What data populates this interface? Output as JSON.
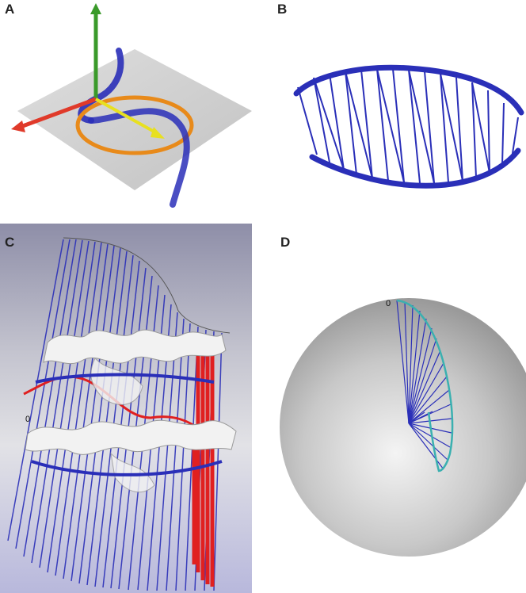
{
  "figure": {
    "panels": [
      {
        "label": "A",
        "name": "frame-helix-diagram"
      },
      {
        "label": "B",
        "name": "ribbon-sweep-diagram"
      },
      {
        "label": "C",
        "name": "protein-helix-bundle-field"
      },
      {
        "label": "D",
        "name": "sphere-sweep-diagram"
      }
    ],
    "panel_c_marker": "0",
    "panel_d_marker": "0"
  },
  "colors": {
    "axis_red": "#e03a2a",
    "axis_green": "#3a9a2a",
    "axis_yellow": "#e8e020",
    "helix_blue": "#2a2fb8",
    "ring_orange": "#e88a1a",
    "plane_gray": "#c8c8c8",
    "trace_red": "#e02020",
    "trace_cyan": "#3ab0b0",
    "sphere_gray": "#bdbdbd"
  }
}
